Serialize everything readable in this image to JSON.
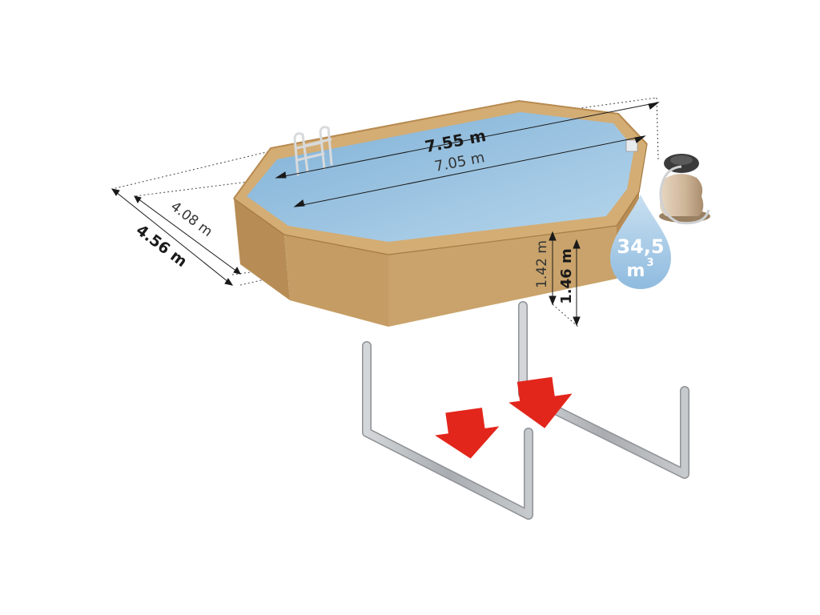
{
  "diagram": {
    "dimensions": {
      "outer_length": "7.55 m",
      "inner_length": "7.05 m",
      "inner_width": "4.08 m",
      "outer_width": "4.56 m",
      "inner_height": "1.42 m",
      "outer_height": "1.46 m"
    },
    "volume": {
      "value": "34,5",
      "unit": "m",
      "unit_superscript": "3"
    },
    "colors": {
      "wood": "#c49a5e",
      "wood_dark": "#a57b45",
      "water": "#9cc6e4",
      "arrow_red": "#e3261c",
      "bar_grey": "#b9bcc0",
      "drop_blue": "#a9cce6"
    },
    "icons": [
      "ladder-icon",
      "sand-filter-icon",
      "water-drop-icon",
      "down-arrow-icon",
      "support-bar-icon"
    ]
  }
}
